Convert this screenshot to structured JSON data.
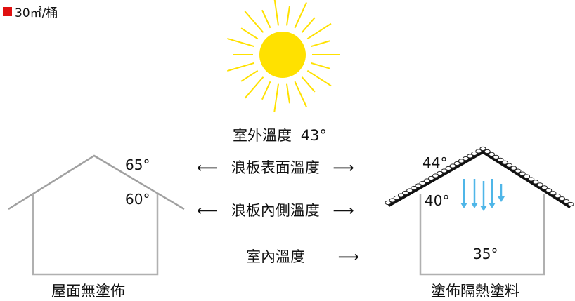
{
  "legend": {
    "text": "30㎡/桶",
    "marker_color": "#e01010"
  },
  "sun_color": "#ffe100",
  "outdoor": {
    "label": "室外溫度",
    "value": "43°"
  },
  "rows": {
    "surface": {
      "label": "浪板表面溫度",
      "left_value": "65°",
      "right_value": "44°"
    },
    "inner": {
      "label": "浪板內側溫度",
      "left_value": "60°",
      "right_value": "40°"
    },
    "indoor": {
      "label": "室內溫度",
      "right_value": "35°"
    }
  },
  "house_left": {
    "caption": "屋面無塗佈"
  },
  "house_right": {
    "caption": "塗佈隔熱塗料"
  },
  "cool_arrow_color": "#4fb6e8",
  "arrow_left_glyph": "⟵",
  "arrow_right_glyph": "⟶"
}
